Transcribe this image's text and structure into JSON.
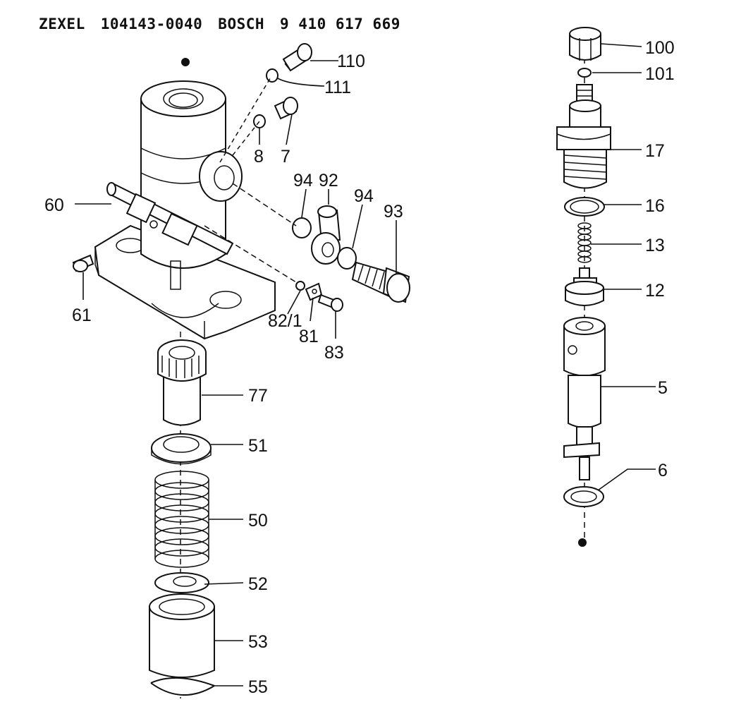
{
  "header": {
    "brand1": "ZEXEL",
    "part_no1": "104143-0040",
    "brand2": "BOSCH",
    "part_no2": "9 410 617 669"
  },
  "callouts": {
    "c110": "110",
    "c111": "111",
    "c8": "8",
    "c7": "7",
    "c94a": "94",
    "c92": "92",
    "c94b": "94",
    "c93": "93",
    "c60": "60",
    "c61": "61",
    "c82_1": "82/1",
    "c81": "81",
    "c83": "83",
    "c77": "77",
    "c51": "51",
    "c50": "50",
    "c52": "52",
    "c53": "53",
    "c55": "55",
    "c100": "100",
    "c101": "101",
    "c17": "17",
    "c16": "16",
    "c13": "13",
    "c12": "12",
    "c5": "5",
    "c6": "6"
  }
}
